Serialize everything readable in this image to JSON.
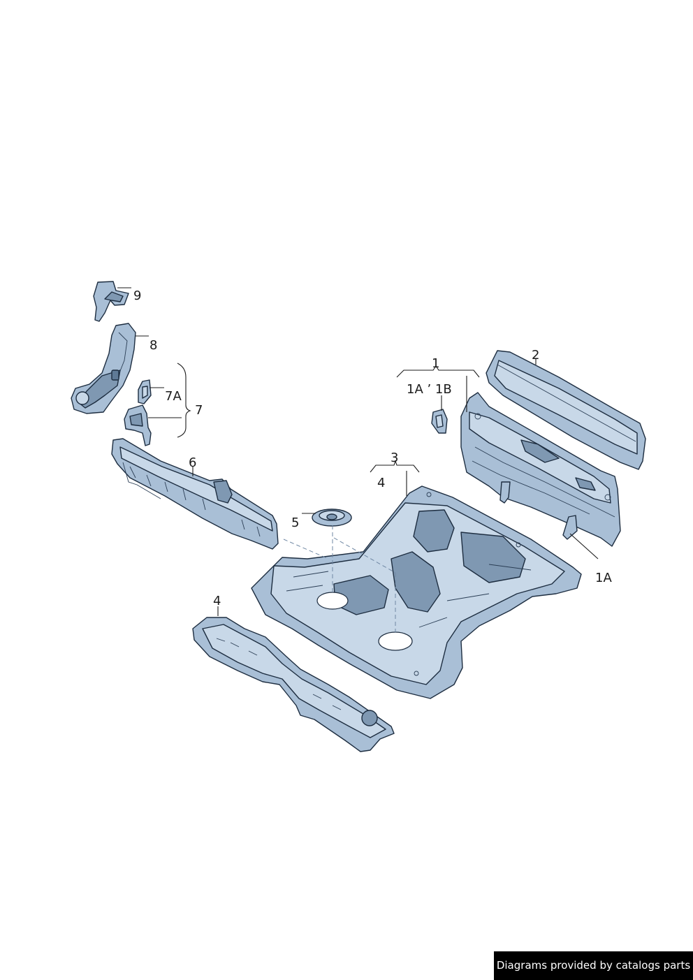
{
  "callouts": {
    "c1": "1",
    "c1a1b": "1A ’ 1B",
    "c1a": "1A",
    "c2": "2",
    "c3": "3",
    "c4_upper": "4",
    "c4_lower": "4",
    "c5": "5",
    "c6": "6",
    "c7": "7",
    "c7a": "7A",
    "c8": "8",
    "c9": "9"
  },
  "colors": {
    "panel": "#a9bfd6",
    "panel_light": "#c8d8e8",
    "panel_dark": "#7f98b2",
    "outline": "#1d2d40"
  },
  "footer": {
    "credit": "Diagrams provided by catalogs parts"
  }
}
